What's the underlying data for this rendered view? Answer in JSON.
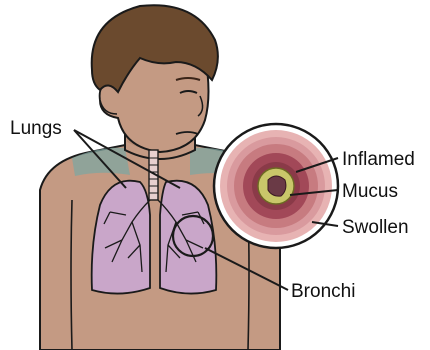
{
  "labels": {
    "lungs": "Lungs",
    "bronchi": "Bronchi",
    "inflamed": "Inflamed",
    "mucus": "Mucus",
    "swollen": "Swollen"
  },
  "colors": {
    "skin": "#c49a83",
    "skin_shadow": "#b0856d",
    "hair": "#6b4a2e",
    "lung": "#c9a6c9",
    "shirt_shadow": "#7fa6a0",
    "airway_wall": "#c77b80",
    "airway_wall_dark": "#8a3a48",
    "mucus": "#c9c76a",
    "lumen": "#6a3a46",
    "outline": "#1a1a1a"
  }
}
